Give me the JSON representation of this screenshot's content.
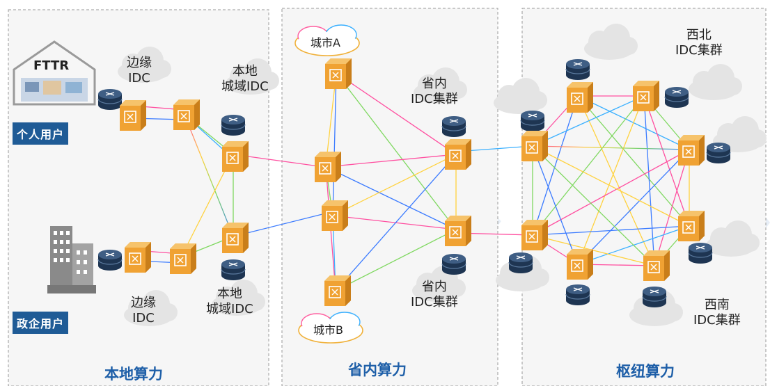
{
  "regions": {
    "local": {
      "title": "本地算力"
    },
    "province": {
      "title": "省内算力"
    },
    "hub": {
      "title": "枢纽算力"
    }
  },
  "labels": {
    "fttr": "FTTR",
    "personal_user": "个人用户",
    "gov_user": "政企用户",
    "edge_idc": "边缘",
    "idc": "IDC",
    "local_metro": "本地",
    "metro_idc": "城域IDC",
    "city_a": "城市A",
    "city_b": "城市B",
    "province_in": "省内",
    "idc_cluster": "IDC集群",
    "northwest": "西北",
    "southwest": "西南"
  },
  "colors": {
    "region_border": "#9a9a9a",
    "region_bg": "#f6f6f6",
    "title_blue": "#1e5fa8",
    "tag_blue": "#1f5b96",
    "switch_orange": "#f0a233",
    "db_navy": "#1e3552",
    "cloud_gray": "#e4e4e4"
  }
}
